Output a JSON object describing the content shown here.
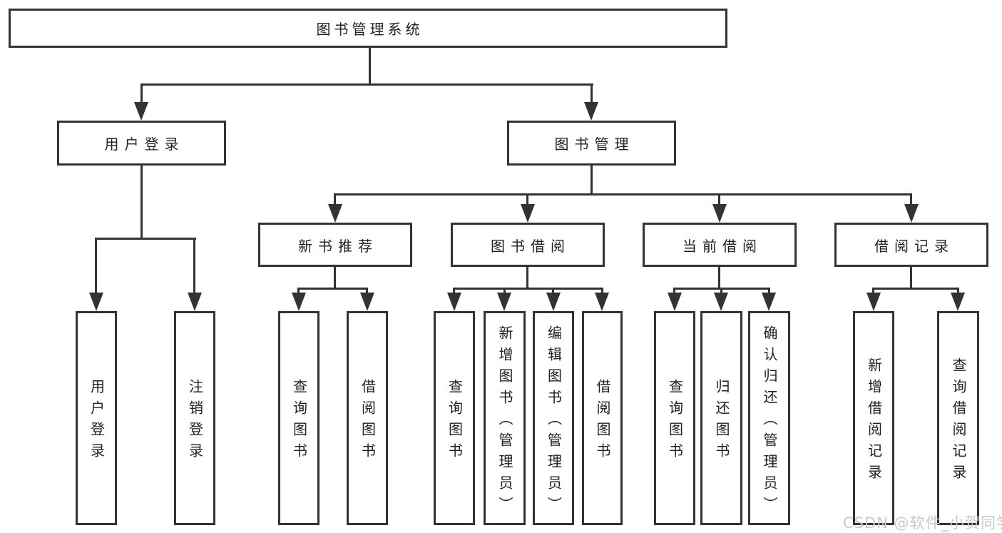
{
  "diagram_title": "图书管理系统",
  "watermark": "CSDN @软件_小贺同学",
  "colors": {
    "line": "#333333",
    "box_border": "#333333",
    "text": "#222222",
    "watermark": "#c9c9c9",
    "background": "#ffffff"
  },
  "tree": {
    "label": "图书管理系统",
    "children": [
      {
        "label": "用户登录",
        "children": [
          {
            "label": "用户登录"
          },
          {
            "label": "注销登录"
          }
        ]
      },
      {
        "label": "图书管理",
        "children": [
          {
            "label": "新书推荐",
            "children": [
              {
                "label": "查询图书"
              },
              {
                "label": "借阅图书"
              }
            ]
          },
          {
            "label": "图书借阅",
            "children": [
              {
                "label": "查询图书"
              },
              {
                "label": "新增图书（管理员）"
              },
              {
                "label": "编辑图书（管理员）"
              },
              {
                "label": "借阅图书"
              }
            ]
          },
          {
            "label": "当前借阅",
            "children": [
              {
                "label": "查询图书"
              },
              {
                "label": "归还图书"
              },
              {
                "label": "确认归还（管理员）"
              }
            ]
          },
          {
            "label": "借阅记录",
            "children": [
              {
                "label": "新增借阅记录"
              },
              {
                "label": "查询借阅记录"
              }
            ]
          }
        ]
      }
    ]
  }
}
